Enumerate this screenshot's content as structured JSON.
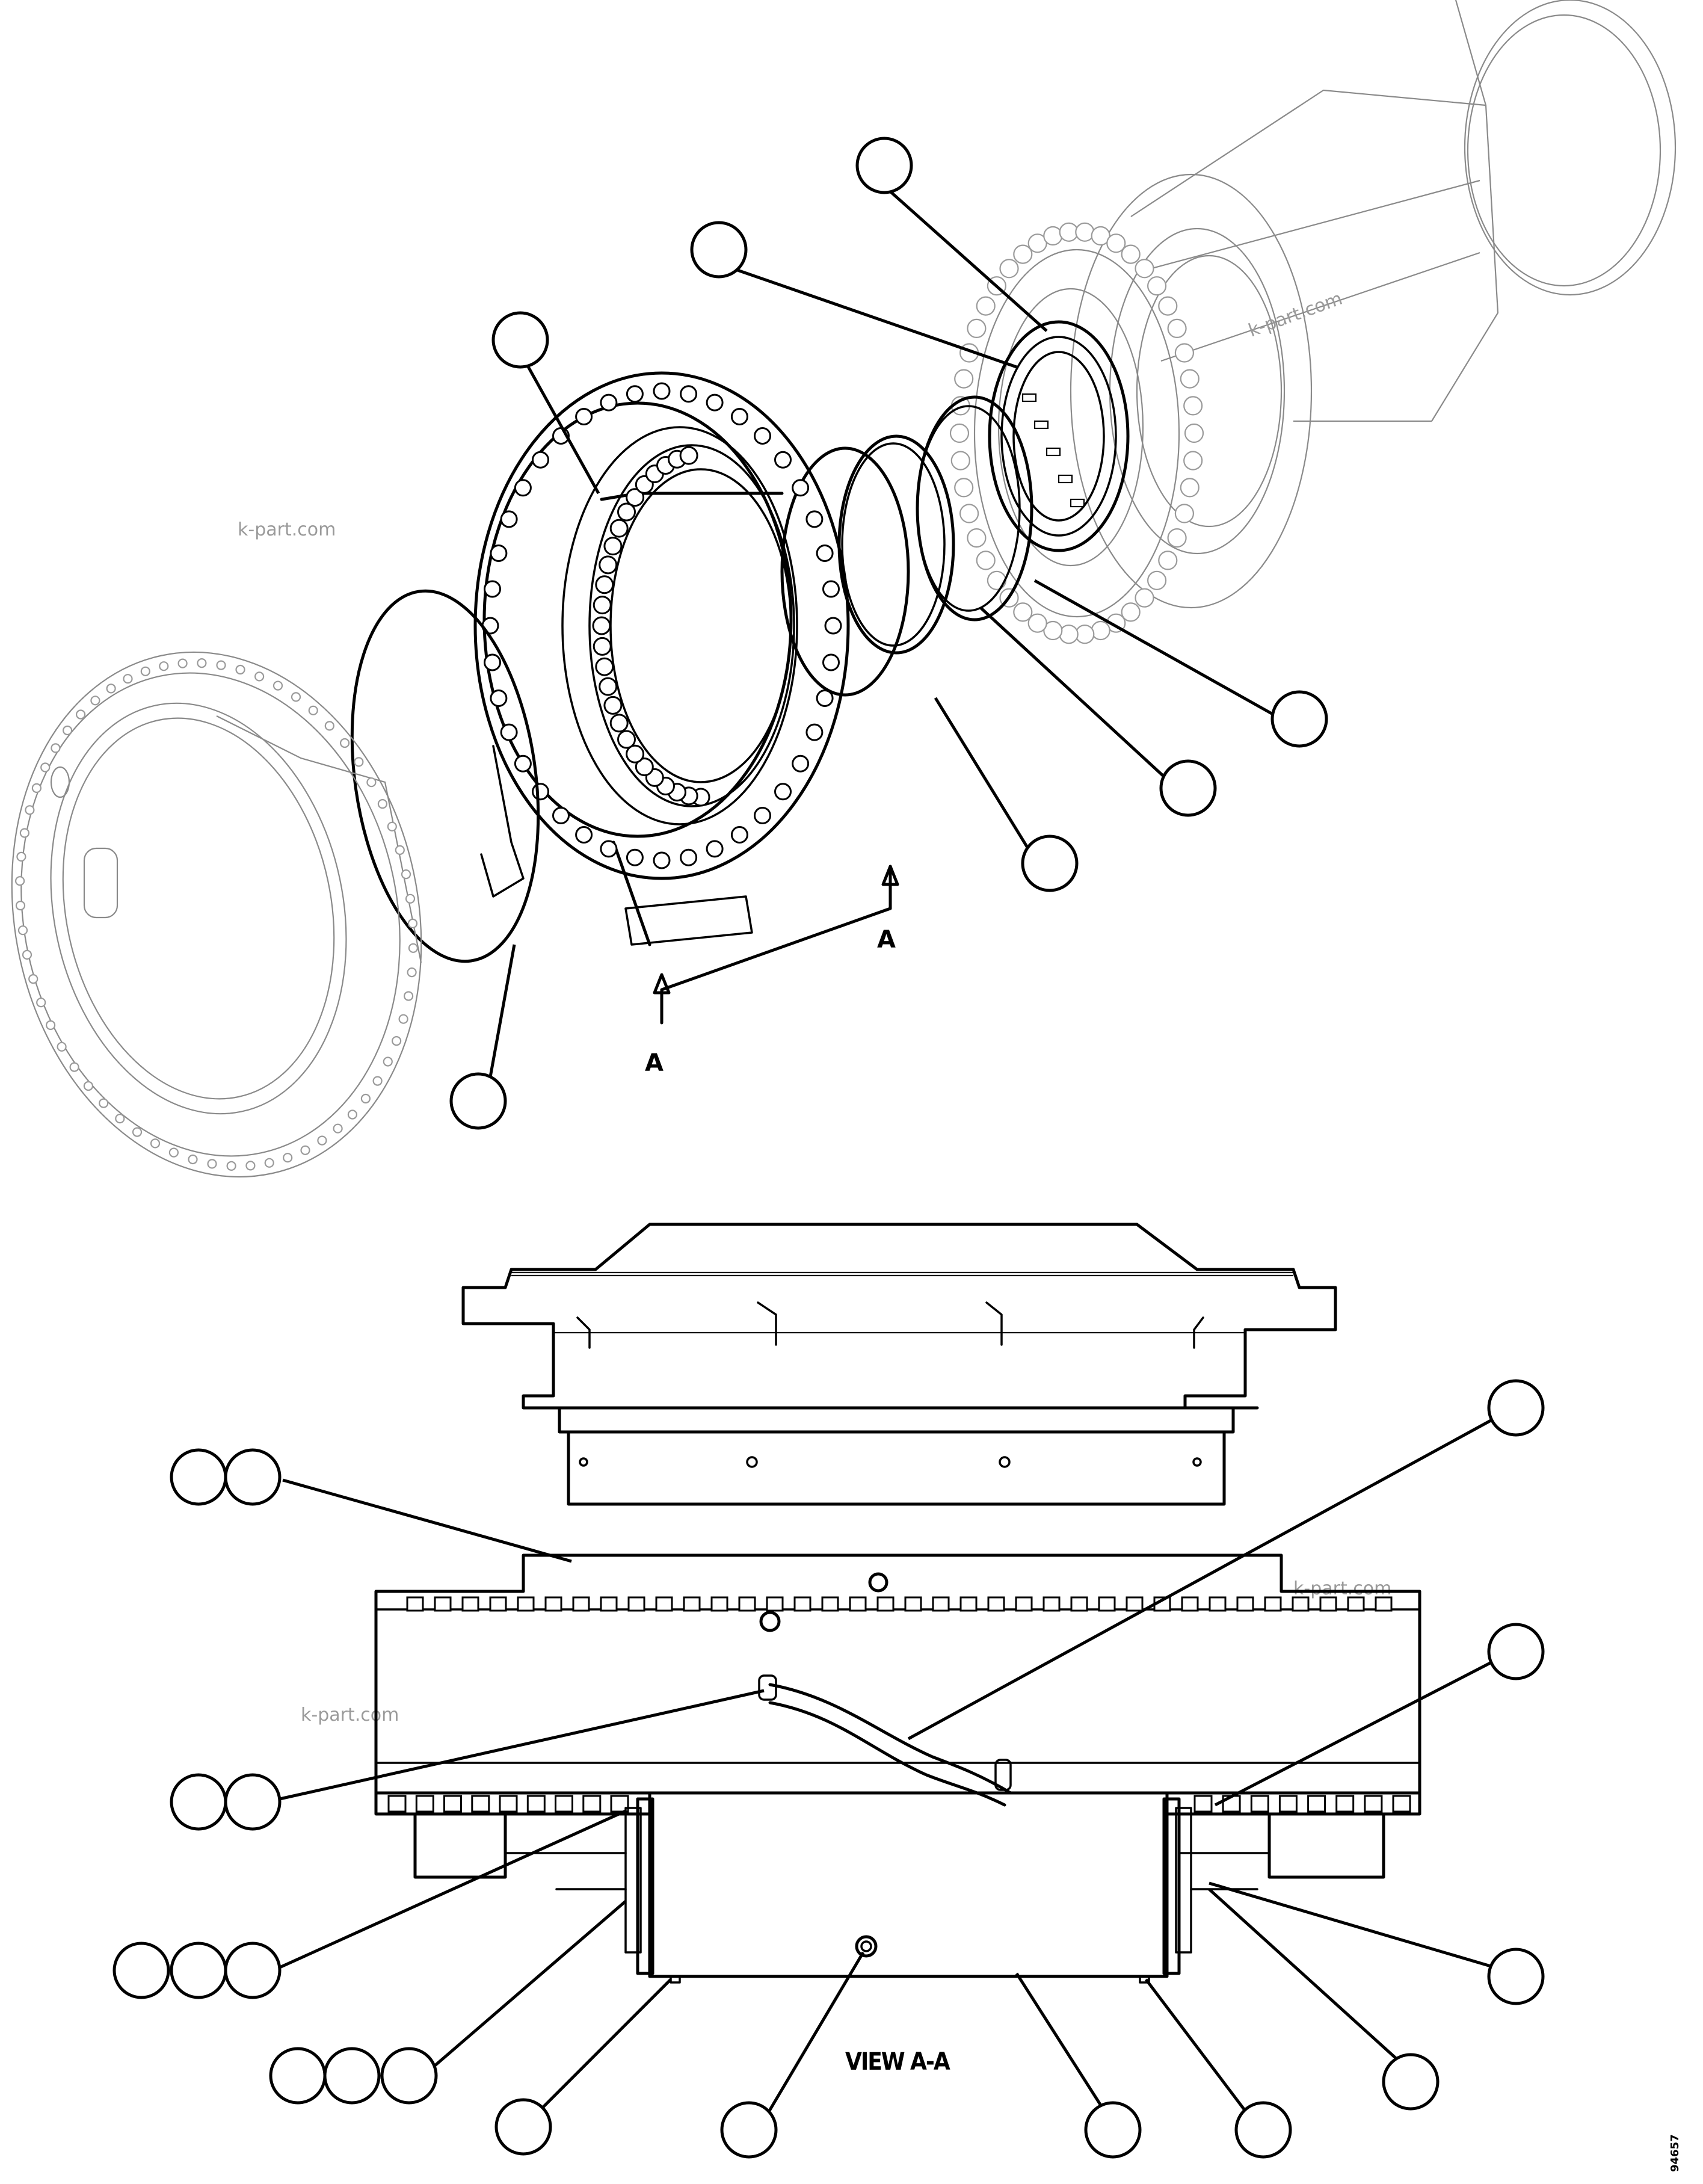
{
  "watermark": "k-part.com",
  "section": {
    "marker_text": "A"
  },
  "view": {
    "label": "VIEW A-A"
  },
  "drawing_code": "94657"
}
